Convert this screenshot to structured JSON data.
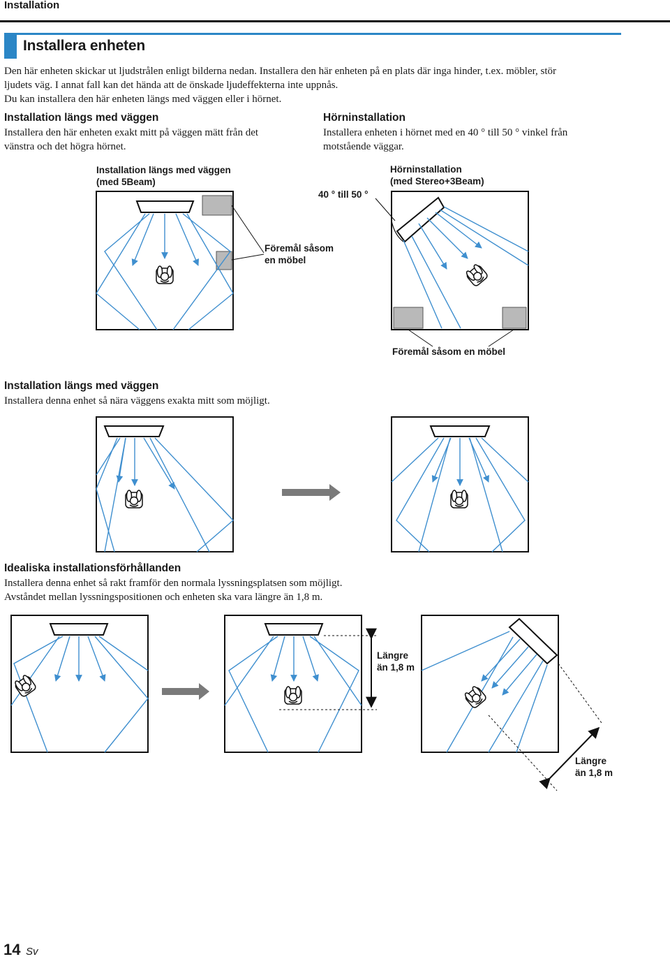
{
  "header": {
    "section": "Installation",
    "title": "Installera enheten"
  },
  "intro": {
    "line1": "Den här enheten skickar ut ljudstrålen enligt bilderna nedan. Installera den här enheten på en plats där inga hinder, t.ex. möbler, stör",
    "line2": "ljudets väg. I annat fall kan det hända att de önskade ljudeffekterna inte uppnås.",
    "line3": "Du kan installera den här enheten längs med väggen eller i hörnet."
  },
  "wall": {
    "title": "Installation längs med väggen",
    "line1": "Installera den här enheten exakt mitt på väggen mätt från det",
    "line2": "vänstra och det högra hörnet."
  },
  "corner": {
    "title": "Hörninstallation",
    "line1": "Installera enheten i hörnet med en 40 ° till 50 ° vinkel från",
    "line2": "motstående väggar."
  },
  "figure1": {
    "wall_caption_1": "Installation längs med väggen",
    "wall_caption_2": "(med 5Beam)",
    "corner_caption_1": "Hörninstallation",
    "corner_caption_2": "(med Stereo+3Beam)",
    "angle_label": "40 ° till 50 °",
    "furniture_1": "Föremål såsom",
    "furniture_2": "en möbel",
    "furniture_bottom": "Föremål såsom en möbel"
  },
  "section2": {
    "title": "Installation längs med väggen",
    "body": "Installera denna enhet så nära väggens exakta mitt som möjligt."
  },
  "section3": {
    "title": "Idealiska installationsförhållanden",
    "line1": "Installera denna enhet så rakt framför den normala lyssningsplatsen som möjligt.",
    "line2": "Avståndet mellan lyssningspositionen och enheten ska vara längre än 1,8 m."
  },
  "figure3": {
    "dist1_l1": "Längre",
    "dist1_l2": "än 1,8 m",
    "dist2_l1": "Längre",
    "dist2_l2": "än 1,8 m"
  },
  "footer": {
    "page_number": "14",
    "language": "Sv"
  },
  "colors": {
    "accent": "#2b86c6",
    "beam": "#3f8fcf",
    "arrow": "#7a7a7a"
  }
}
